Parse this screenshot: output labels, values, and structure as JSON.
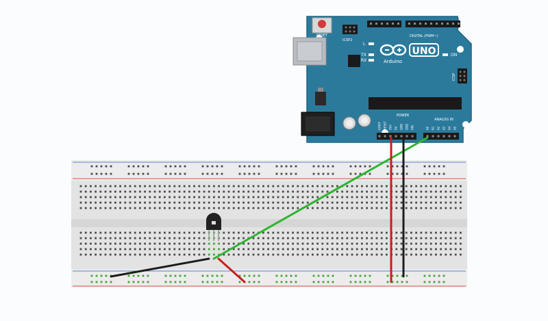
{
  "board": {
    "brand": "Arduino",
    "model": "UNO",
    "reset_label": "RESET",
    "icsp_top_label": "ICSP2",
    "icsp_side_label": "ICSP",
    "led_labels": [
      "L",
      "TX",
      "RX"
    ],
    "on_label": "ON",
    "digital_label": "DIGITAL (PWM~)",
    "power_label": "POWER",
    "analog_label": "ANALOG IN",
    "power_pins": [
      "IOREF",
      "RESET",
      "3V3",
      "5V",
      "GND",
      "GND",
      "VIN"
    ],
    "analog_pins": [
      "A0",
      "A1",
      "A2",
      "A3",
      "A4",
      "A5"
    ],
    "colors": {
      "board": "#2b7a9c",
      "edge": "#1f6584"
    }
  },
  "breadboard": {
    "colors": {
      "body": "#e3e3e3",
      "rail_red": "#d9534f",
      "rail_blue": "#5b7fd1",
      "hole": "#4a4a4a",
      "active_hole": "#3fa535"
    }
  },
  "sensor": {
    "icon": "to92-temperature-sensor-icon",
    "color": "#222222"
  },
  "wires": [
    {
      "name": "signal-wire",
      "color": "#2fb52f"
    },
    {
      "name": "ground-wire",
      "color": "#1c1c1c"
    },
    {
      "name": "power-wire",
      "color": "#c81e1e"
    },
    {
      "name": "arduino-5v-wire",
      "color": "#c81e1e"
    },
    {
      "name": "arduino-gnd-wire",
      "color": "#1c1c1c"
    }
  ]
}
